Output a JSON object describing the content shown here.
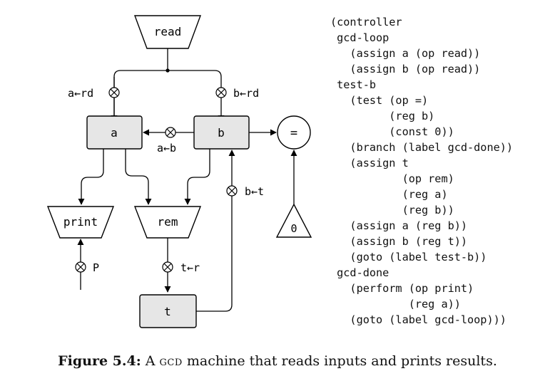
{
  "diagram": {
    "ops": {
      "read": "read",
      "print": "print",
      "rem": "rem",
      "eq": "=",
      "zero": "0"
    },
    "registers": {
      "a": "a",
      "b": "b",
      "t": "t"
    },
    "buttons": {
      "a_rd": "a←rd",
      "b_rd": "b←rd",
      "a_b": "a←b",
      "b_t": "b←t",
      "t_r": "t←r",
      "p": "P"
    }
  },
  "code_lines": [
    "(controller",
    " gcd-loop",
    "   (assign a (op read))",
    "   (assign b (op read))",
    " test-b",
    "   (test (op =)",
    "         (reg b)",
    "         (const 0))",
    "   (branch (label gcd-done))",
    "   (assign t",
    "           (op rem)",
    "           (reg a)",
    "           (reg b))",
    "   (assign a (reg b))",
    "   (assign b (reg t))",
    "   (goto (label test-b))",
    " gcd-done",
    "   (perform (op print)",
    "            (reg a))",
    "   (goto (label gcd-loop)))"
  ],
  "caption": {
    "figure_label": "Figure 5.4:",
    "text_before": " A ",
    "acronym": "gcd",
    "text_after": " machine that reads inputs and prints results."
  }
}
